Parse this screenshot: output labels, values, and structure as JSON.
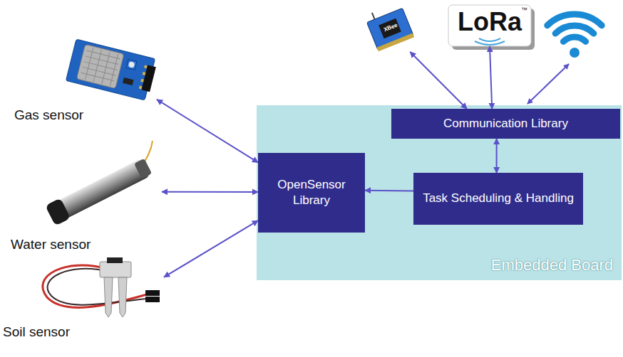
{
  "diagram": {
    "nodes": [
      {
        "text": [
          "Gas sensor"
        ]
      },
      {
        "text": [
          "Water sensor"
        ]
      },
      {
        "text": [
          "Soil sensor"
        ]
      },
      {
        "text": [
          "XBee"
        ]
      },
      {
        "text": [
          "LoRa"
        ]
      },
      {
        "text": [
          "Embedded Board"
        ]
      },
      {
        "text": [
          "Communication Library"
        ],
        "in": 5
      },
      {
        "text": [
          "OpenSensor Library"
        ],
        "in": 5
      },
      {
        "text": [
          "Task Scheduling & Handling"
        ],
        "in": 5
      }
    ],
    "edges": [
      {
        "from": 0,
        "to": 7,
        "arrow": "both"
      },
      {
        "from": 1,
        "to": 7,
        "arrow": "both"
      },
      {
        "from": 2,
        "to": 7,
        "arrow": "both"
      },
      {
        "from": 3,
        "to": 6,
        "arrow": "both"
      },
      {
        "from": 4,
        "to": 6,
        "arrow": "both"
      },
      {
        "from": 6,
        "to": 8,
        "arrow": "both"
      },
      {
        "from": 8,
        "to": 7,
        "arrow": "to"
      }
    ],
    "labels": [
      "™"
    ]
  }
}
